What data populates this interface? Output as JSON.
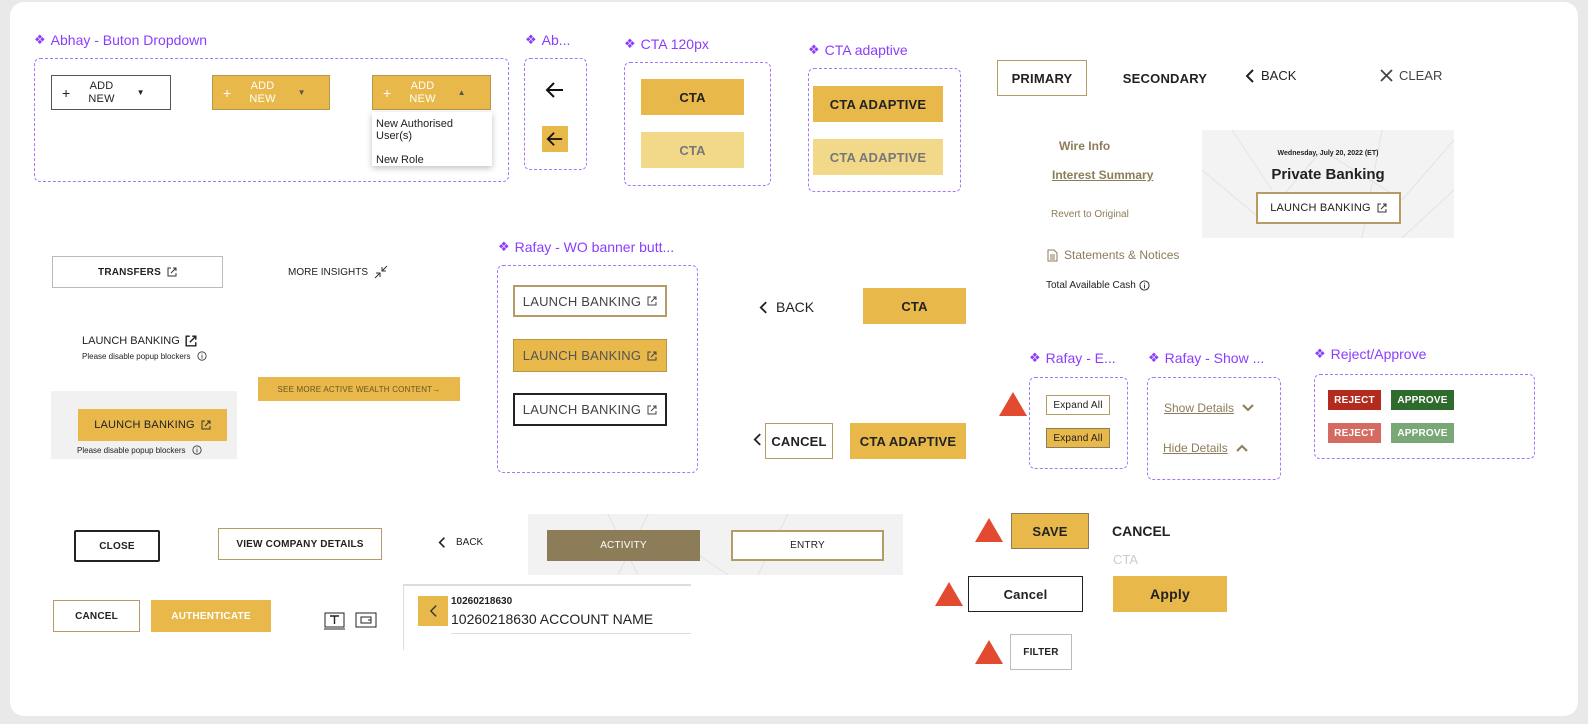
{
  "abhay_dropdown": {
    "title": "Abhay - Buton Dropdown",
    "button_label_l1": "ADD",
    "button_label_l2": "NEW",
    "plus": "+",
    "menu_items": [
      "New Authorised User(s)",
      "New Role"
    ]
  },
  "ab_arrows": {
    "title": "Ab..."
  },
  "cta120": {
    "title": "CTA 120px",
    "label": "CTA"
  },
  "cta_adaptive": {
    "title": "CTA adaptive",
    "label": "CTA ADAPTIVE"
  },
  "top_nav": {
    "primary": "PRIMARY",
    "secondary": "SECONDARY",
    "back": "BACK",
    "clear": "CLEAR"
  },
  "links": {
    "wire_info": "Wire Info",
    "interest_summary": "Interest Summary",
    "revert": "Revert to Original",
    "statements": "Statements & Notices",
    "total_cash": "Total Available Cash"
  },
  "banking_card": {
    "date": "Wednesday, July 20, 2022 (ET)",
    "title": "Private Banking",
    "button": "LAUNCH BANKING"
  },
  "left_misc": {
    "transfers": "TRANSFERS",
    "more_insights": "MORE INSIGHTS",
    "launch_banking": "LAUNCH BANKING",
    "popup_note": "Please disable popup blockers",
    "see_more": "SEE MORE ACTIVE WEALTH CONTENT→"
  },
  "rafay_wo": {
    "title": "Rafay - WO banner butt...",
    "label": "LAUNCH BANKING"
  },
  "mid_buttons": {
    "back": "BACK",
    "cta": "CTA",
    "cancel": "CANCEL",
    "cta_adaptive": "CTA ADAPTIVE"
  },
  "rafay_expand": {
    "title": "Rafay - E...",
    "label": "Expand All"
  },
  "rafay_show": {
    "title": "Rafay - Show ...",
    "show": "Show Details",
    "hide": "Hide Details"
  },
  "reject_approve": {
    "title": "Reject/Approve",
    "reject": "REJECT",
    "approve": "APPROVE"
  },
  "bottom_left": {
    "close": "CLOSE",
    "view_company": "VIEW COMPANY DETAILS",
    "back": "BACK",
    "cancel": "CANCEL",
    "authenticate": "AUTHENTICATE"
  },
  "activity_bar": {
    "activity": "ACTIVITY",
    "entry": "ENTRY"
  },
  "account": {
    "number": "10260218630",
    "name": "10260218630 ACCOUNT NAME"
  },
  "bottom_right": {
    "save": "SAVE",
    "cancel_caps": "CANCEL",
    "cta_ghost": "CTA",
    "cancel": "Cancel",
    "apply": "Apply",
    "filter": "FILTER"
  },
  "colors": {
    "gold": "#e8b84a",
    "gold_pale": "#f2d98a",
    "purple": "#8b3dff",
    "warning": "#e24b2f",
    "olive": "#8c7d58"
  }
}
